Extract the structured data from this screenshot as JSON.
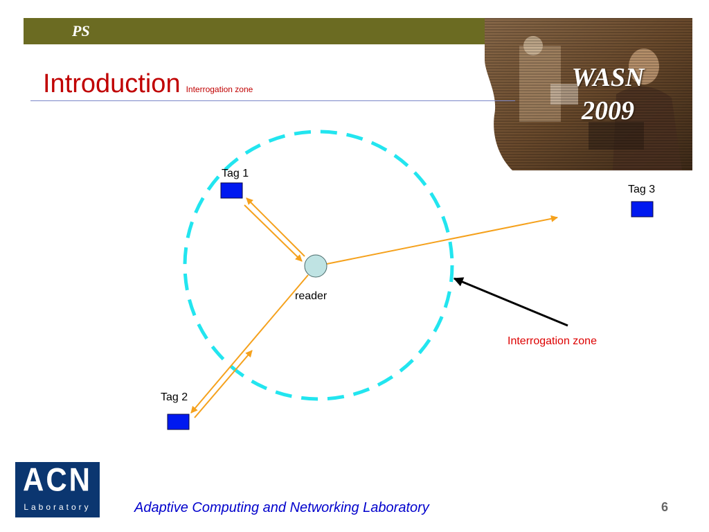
{
  "header": {
    "section_label": "PS"
  },
  "banner": {
    "line1": "WASN",
    "line2": "2009"
  },
  "title": {
    "main": "Introduction",
    "sub": "Interrogation zone"
  },
  "diagram": {
    "tag1": "Tag 1",
    "tag2": "Tag 2",
    "tag3": "Tag 3",
    "reader": "reader",
    "zone_label": "Interrogation zone"
  },
  "footer": {
    "logo_main": "ACN",
    "logo_sub": "Laboratory",
    "lab_name": "Adaptive Computing and Networking Laboratory",
    "page_number": "6"
  },
  "colors": {
    "title_red": "#c00000",
    "zone_circle": "#22e5ef",
    "arrow_orange": "#f5a11c",
    "tag_blue": "#0019f0",
    "reader_fill": "#bfe3e3",
    "footer_blue": "#0000cc",
    "logo_navy": "#0b3670"
  }
}
